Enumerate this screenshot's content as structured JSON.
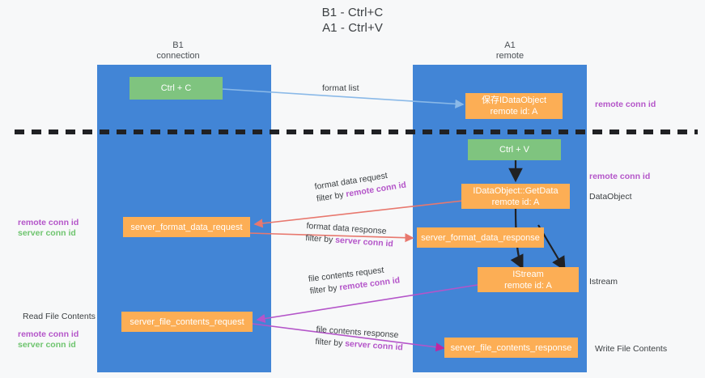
{
  "title": {
    "line1": "B1 - Ctrl+C",
    "line2": "A1 - Ctrl+V"
  },
  "columns": [
    {
      "name": "left",
      "line1": "B1",
      "line2": "connection"
    },
    {
      "name": "right",
      "line1": "A1",
      "line2": "remote"
    }
  ],
  "colors": {
    "lane": "#4285d6",
    "box_green": "#7fc47f",
    "box_orange": "#fcae55",
    "arrow_blue": "#8ab9e8",
    "arrow_red": "#e8786e",
    "arrow_purple": "#b455c9",
    "arrow_magenta": "#c0279e",
    "arrow_black": "#202124",
    "text_remote_conn_id": "#b455c9",
    "text_server_conn_id": "#6ec46e",
    "background": "#f7f8f9"
  },
  "boxes": {
    "ctrl_c": {
      "label": "Ctrl + C",
      "sub": ""
    },
    "save_idataobject": {
      "label": "保存IDataObject",
      "sub": "remote id: A"
    },
    "ctrl_v": {
      "label": "Ctrl + V",
      "sub": ""
    },
    "idataobject_getdata": {
      "label": "IDataObject::GetData",
      "sub": "remote id: A"
    },
    "server_format_data_request": {
      "label": "server_format_data_request",
      "sub": ""
    },
    "server_format_data_response": {
      "label": "server_format_data_response",
      "sub": ""
    },
    "istream": {
      "label": "IStream",
      "sub": "remote id: A"
    },
    "server_file_contents_request": {
      "label": "server_file_contents_request",
      "sub": ""
    },
    "server_file_contents_response": {
      "label": "server_file_contents_response",
      "sub": ""
    }
  },
  "edge_labels": {
    "format_list": {
      "text": "format list"
    },
    "format_data_request": {
      "line1": "format data request",
      "line2_prefix": "filter by ",
      "line2_key": "remote conn id"
    },
    "format_data_response": {
      "line1": "format data response",
      "line2_prefix": "filter by ",
      "line2_key": "server conn id"
    },
    "file_contents_request": {
      "line1": "file contents request",
      "line2_prefix": "filter by ",
      "line2_key": "remote conn id"
    },
    "file_contents_response": {
      "line1": "file contents response",
      "line2_prefix": "filter by ",
      "line2_key": "server conn id"
    }
  },
  "right_labels": {
    "remote_conn_id_top": "remote conn id",
    "remote_conn_id_mid": "remote conn id",
    "dataobject": "DataObject",
    "istream": "Istream",
    "write_file_contents": "Write File Contents"
  },
  "left_labels": {
    "remote_conn_id_mid": "remote conn id",
    "server_conn_id_mid": "server conn id",
    "read_file_contents": "Read File Contents",
    "remote_conn_id_bot": "remote conn id",
    "server_conn_id_bot": "server conn id"
  }
}
